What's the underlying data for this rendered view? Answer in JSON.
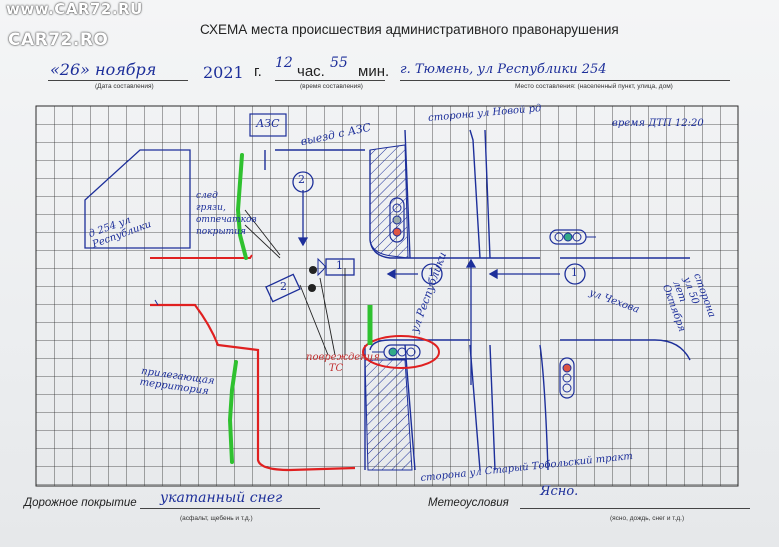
{
  "watermark": {
    "top": "www.CAR72.RU",
    "logo": "CAR72.RO"
  },
  "title": "СХЕМА места происшествия административного правонарушения",
  "header": {
    "day": "«26» ноября",
    "year": "2021",
    "year_suffix": "г.",
    "hour": "12",
    "hour_label": "час.",
    "minute": "55",
    "minute_label": "мин.",
    "place": "г. Тюмень, ул Республики 254",
    "caption_date": "(Дата составления)",
    "caption_time": "(время составления)",
    "caption_place": "Место составления: (населенный пункт, улица, дом)"
  },
  "sketch": {
    "azs_box": "АЗС",
    "exit_azs": "выезд с АЗС",
    "side_novaya": "сторона ул Новой рд",
    "time_label": "время ДТП 12:20",
    "building": "д 254 ул Республики",
    "dirt_note": "след грязи, отпечатков покрытия",
    "vehicle_2": "2",
    "vehicle_1": "1",
    "damaged": "повреждения ТС",
    "republic_street": "ул Республики",
    "chekhov_street": "ул Чехова",
    "side_50": "сторона ул 50 лет Октября",
    "adjacent": "прилегающая территория",
    "side_staraya": "сторона ул Старый Тобольский тракт",
    "circle_1": "1",
    "circle_2": "2"
  },
  "footer": {
    "road_label": "Дорожное покрытие",
    "road_value": "укатанный снег",
    "road_hint": "(асфальт, щебень и т.д.)",
    "weather_label": "Метеоусловия",
    "weather_value": "Ясно.",
    "weather_hint": "(ясно, дождь, снег и т.д.)"
  },
  "colors": {
    "ink": "#1d2f9a",
    "red": "#e02020",
    "green": "#2fc12f",
    "grid": "#2a2a2a"
  },
  "icons": [
    "traffic-light-icon",
    "arrow-left-icon",
    "car-icon"
  ]
}
